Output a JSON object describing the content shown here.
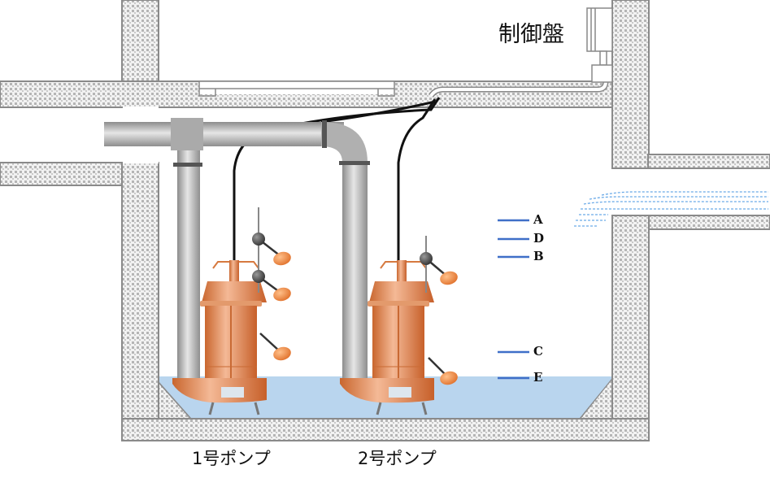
{
  "labels": {
    "control_panel": "制御盤",
    "pump1": "1号ポンプ",
    "pump2": "2号ポンプ"
  },
  "levels": [
    "A",
    "D",
    "B",
    "C",
    "E"
  ],
  "colors": {
    "water": "#b9d5ee",
    "level_line": "#3f6fc8",
    "pump": "#e0844c",
    "float": "#f08a3c",
    "concrete": "#c8c8c8"
  }
}
